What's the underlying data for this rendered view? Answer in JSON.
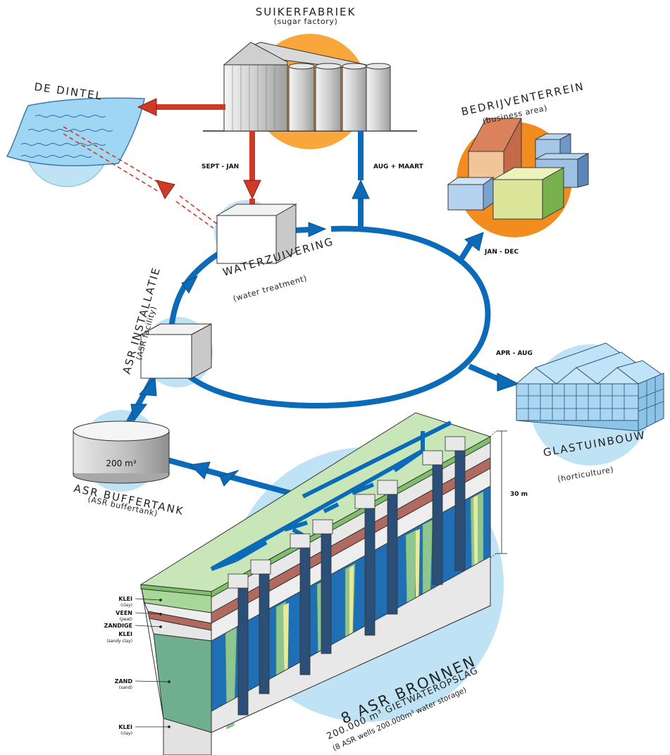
{
  "labels": {
    "sugar_factory": {
      "title": "SUIKERFABRIEK",
      "subtitle": "(sugar factory)"
    },
    "river": {
      "title": "DE DINTEL"
    },
    "business": {
      "title": "BEDRIJVENTERREIN",
      "subtitle": "(business area)"
    },
    "water_treatment": {
      "title": "WATERZUIVERING",
      "subtitle": "(water treatment)"
    },
    "asr_facility": {
      "title": "ASR INSTALLATIE",
      "subtitle": "(ASR facility)"
    },
    "buffer_tank": {
      "title": "ASR BUFFERTANK",
      "subtitle": "(ASR buffertank)",
      "capacity": "200 m³"
    },
    "horticulture": {
      "title": "GLASTUINBOUW",
      "subtitle": "(horticulture)"
    },
    "wells": {
      "title": "8 ASR BRONNEN",
      "subtitle": "200.000 m³ GIETWATEROPSLAG",
      "note": "(8 ASR wells 200.000m³ water storage)"
    },
    "depth": "30 m"
  },
  "periods": {
    "to_treatment": "SEPT - JAN",
    "to_factory": "AUG + MAART",
    "to_business": "JAN - DEC",
    "to_horticulture": "APR - AUG"
  },
  "soil_layers": [
    {
      "name": "KLEI",
      "sub": "(clay)"
    },
    {
      "name": "VEEN",
      "sub": "(peat)"
    },
    {
      "name": "ZANDIGE",
      "sub": ""
    },
    {
      "name": "KLEI",
      "sub": "(sandy clay)"
    },
    {
      "name": "ZAND",
      "sub": "(sand)"
    },
    {
      "name": "KLEI",
      "sub": "(clay)"
    }
  ],
  "colors": {
    "flow_blue": "#0b6bb8",
    "return_red": "#cf3a27",
    "halo_blue": "#bfe3f5",
    "halo_orange": "#f9a73b",
    "greenhouse": "#a9d7f2"
  }
}
